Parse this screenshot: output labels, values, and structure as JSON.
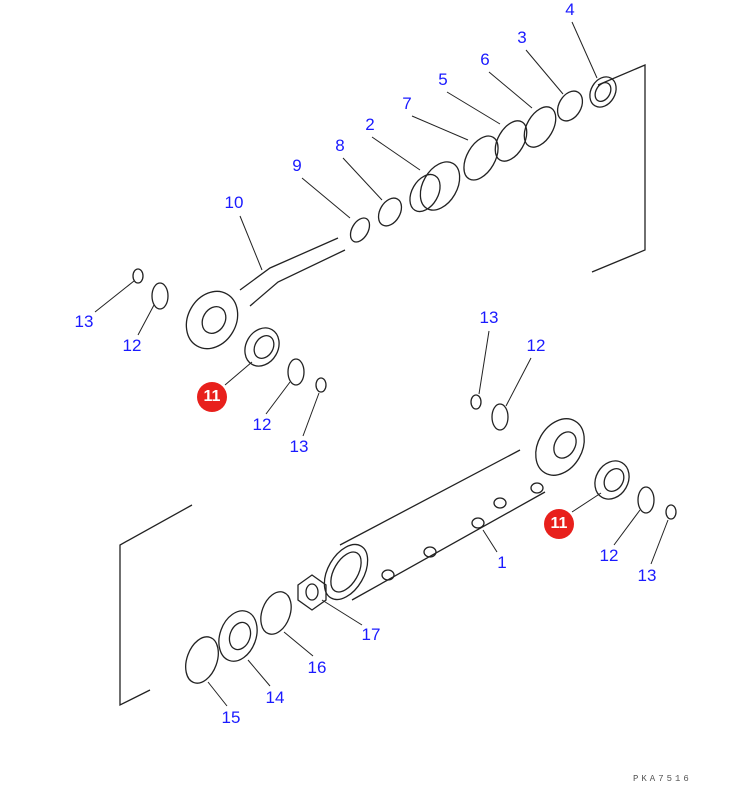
{
  "diagram_title_code": "PKA7516",
  "labels": [
    {
      "id": "4",
      "text": "4"
    },
    {
      "id": "3",
      "text": "3"
    },
    {
      "id": "6",
      "text": "6"
    },
    {
      "id": "5",
      "text": "5"
    },
    {
      "id": "7",
      "text": "7"
    },
    {
      "id": "2",
      "text": "2"
    },
    {
      "id": "8",
      "text": "8"
    },
    {
      "id": "9",
      "text": "9"
    },
    {
      "id": "10",
      "text": "10"
    },
    {
      "id": "13a",
      "text": "13"
    },
    {
      "id": "12a",
      "text": "12"
    },
    {
      "id": "11a",
      "text": "11"
    },
    {
      "id": "12b",
      "text": "12"
    },
    {
      "id": "13b",
      "text": "13"
    },
    {
      "id": "13c",
      "text": "13"
    },
    {
      "id": "12c",
      "text": "12"
    },
    {
      "id": "11b",
      "text": "11"
    },
    {
      "id": "12d",
      "text": "12"
    },
    {
      "id": "13d",
      "text": "13"
    },
    {
      "id": "1",
      "text": "1"
    },
    {
      "id": "17",
      "text": "17"
    },
    {
      "id": "16",
      "text": "16"
    },
    {
      "id": "14",
      "text": "14"
    },
    {
      "id": "15",
      "text": "15"
    }
  ],
  "colors": {
    "label": "#1a1aff",
    "highlight": "#e8201c"
  }
}
